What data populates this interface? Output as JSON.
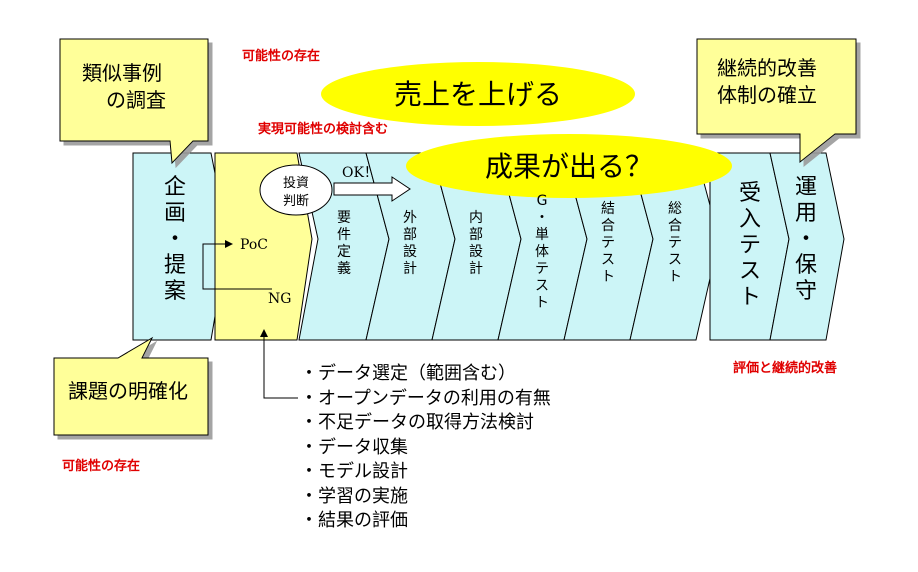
{
  "callouts": {
    "similar_cases": [
      "類似事例",
      "の調査"
    ],
    "issue_clarify": "課題の明確化",
    "continuous_improve": [
      "継続的改善",
      "体制の確立"
    ]
  },
  "ellipses": {
    "sales": "売上を上げる",
    "results": "成果が出る？"
  },
  "red_labels": {
    "possibility_top": "可能性の存在",
    "feasibility": "実現可能性の検討含む",
    "possibility_bottom": "可能性の存在",
    "evaluation": "評価と継続的改善"
  },
  "investment": [
    "投資",
    "判断"
  ],
  "ok_label": "OK！",
  "ng_label": "NG",
  "poc_label": "PoC",
  "phases": {
    "planning": [
      "企",
      "画",
      "・",
      "提",
      "案"
    ],
    "requirements": [
      "要",
      "件",
      "定",
      "義"
    ],
    "external_design": [
      "外",
      "部",
      "設",
      "計"
    ],
    "internal_design": [
      "内",
      "部",
      "設",
      "計"
    ],
    "unit_test": [
      "G",
      "・",
      "単",
      "体",
      "テ",
      "ス",
      "ト"
    ],
    "integration_test": [
      "結",
      "合",
      "テ",
      "ス",
      "ト"
    ],
    "system_test": [
      "総",
      "合",
      "テ",
      "ス",
      "ト"
    ],
    "acceptance_test": [
      "受",
      "入",
      "テ",
      "ス",
      "ト"
    ],
    "operation": [
      "運",
      "用",
      "・",
      "保",
      "守"
    ]
  },
  "poc_items": [
    "データ選定（範囲含む）",
    "オープンデータの利用の有無",
    "不足データの取得方法検討",
    "データ収集",
    "モデル設計",
    "学習の実施",
    "結果の評価"
  ],
  "colors": {
    "chevron_blue": "#ccf5f7",
    "poc_yellow": "#ffff99",
    "callout_yellow": "#ffff99",
    "ellipse_yellow": "#ffff00",
    "red_text": "#e00000"
  }
}
